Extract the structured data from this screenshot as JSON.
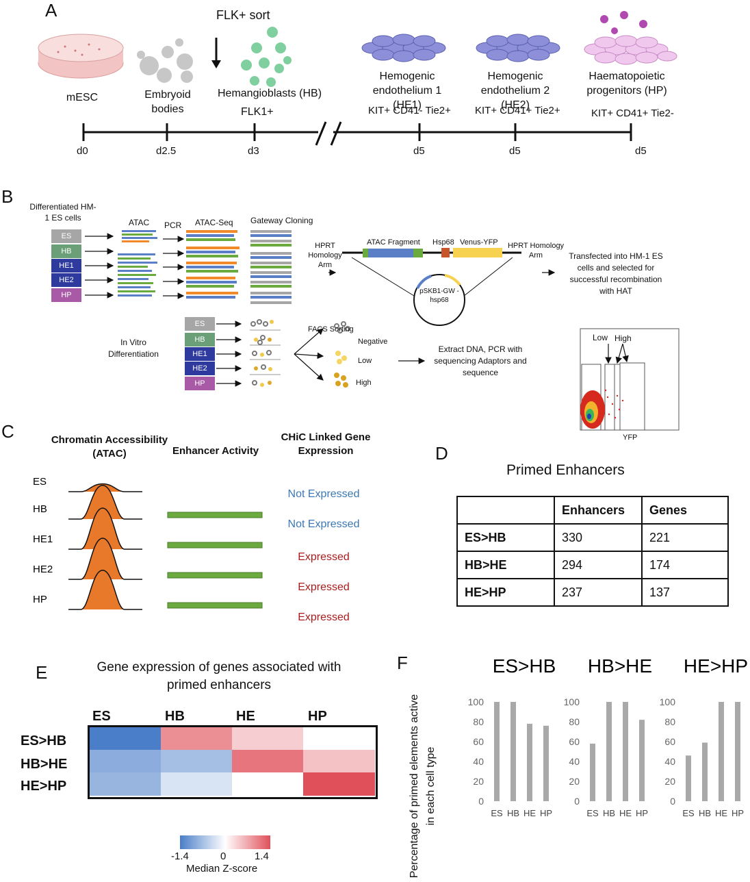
{
  "panel_a": {
    "letter": "A",
    "flk_sort": "FLK+ sort",
    "stages": [
      {
        "name": "mESC",
        "markers": "",
        "day": "d0"
      },
      {
        "name": "Embryoid bodies",
        "markers": "",
        "day": "d2.5"
      },
      {
        "name": "Hemangioblasts (HB)",
        "markers": "FLK1+",
        "day": "d3"
      },
      {
        "name": "Hemogenic endothelium 1 (HE1)",
        "markers": "KIT+ CD41- Tie2+",
        "day": "d5"
      },
      {
        "name": "Hemogenic endothelium 2 (HE2)",
        "markers": "KIT+ CD41+ Tie2+",
        "day": "d5"
      },
      {
        "name": "Haematopoietic progenitors (HP)",
        "markers": "KIT+ CD41+ Tie2-",
        "day": "d5"
      }
    ]
  },
  "panel_b": {
    "letter": "B",
    "diff_cells": "Differentiated HM-1 ES cells",
    "atac": "ATAC",
    "pcr": "PCR",
    "atac_seq": "ATAC-Seq",
    "gateway": "Gateway Cloning",
    "hprt_left": "HPRT Homology Arm",
    "hprt_right": "HPRT Homology Arm",
    "atac_fragment": "ATAC Fragment",
    "hsp68": "Hsp68",
    "venus": "Venus-YFP",
    "plasmid": "pSKB1-GW -hsp68",
    "transfected": "Transfected into HM-1 ES cells and selected for successful recombination with HAT",
    "in_vitro": "In Vitro Differentiation",
    "facs": "FACS Sorting",
    "negative": "Negative",
    "low": "Low",
    "high": "High",
    "extract": "Extract DNA, PCR with sequencing Adaptors and sequence",
    "facs_low": "Low",
    "facs_high": "High",
    "facs_xlabel": "YFP",
    "cell_types": [
      "ES",
      "HB",
      "HE1",
      "HE2",
      "HP"
    ]
  },
  "panel_c": {
    "letter": "C",
    "col1": "Chromatin Accessibility (ATAC)",
    "col2": "Enhancer Activity",
    "col3": "CHiC Linked Gene Expression",
    "rows": [
      {
        "cell": "ES",
        "expr": "Not Expressed",
        "peak": 0.1,
        "activity": false
      },
      {
        "cell": "HB",
        "expr": "Not Expressed",
        "peak": 0.8,
        "activity": true
      },
      {
        "cell": "HE1",
        "expr": "Expressed",
        "peak": 1.0,
        "activity": true
      },
      {
        "cell": "HE2",
        "expr": "Expressed",
        "peak": 1.0,
        "activity": true
      },
      {
        "cell": "HP",
        "expr": "Expressed",
        "peak": 0.95,
        "activity": true
      }
    ],
    "colors": {
      "not_expressed": "#3a78b8",
      "expressed": "#a81c1c",
      "peak": "#e8792b",
      "bar": "#6aaa3f"
    }
  },
  "panel_d": {
    "letter": "D",
    "title": "Primed Enhancers",
    "headers": [
      "",
      "Enhancers",
      "Genes"
    ],
    "rows": [
      [
        "ES>HB",
        "330",
        "221"
      ],
      [
        "HB>HE",
        "294",
        "174"
      ],
      [
        "HE>HP",
        "237",
        "137"
      ]
    ]
  },
  "panel_e": {
    "letter": "E",
    "title": "Gene expression of genes associated with primed enhancers",
    "cols": [
      "ES",
      "HB",
      "HE",
      "HP"
    ],
    "rows": [
      "ES>HB",
      "HB>HE",
      "HE>HP"
    ],
    "zscores": [
      [
        -1.4,
        0.9,
        0.4,
        0.0
      ],
      [
        -0.9,
        -0.7,
        1.1,
        0.5
      ],
      [
        -0.8,
        -0.3,
        0.0,
        1.4
      ]
    ],
    "scale_min": "-1.4",
    "scale_mid": "0",
    "scale_max": "1.4",
    "scale_label": "Median Z-score",
    "colors": {
      "low": "#4a7ec8",
      "mid": "#ffffff",
      "high": "#e0505a"
    }
  },
  "panel_f": {
    "letter": "F",
    "ylabel": "Percentage of primed elements active in each cell type",
    "chart_data": [
      {
        "type": "bar",
        "title": "ES>HB",
        "categories": [
          "ES",
          "HB",
          "HE",
          "HP"
        ],
        "values": [
          100,
          100,
          78,
          76
        ],
        "ylim": [
          0,
          100
        ]
      },
      {
        "type": "bar",
        "title": "HB>HE",
        "categories": [
          "ES",
          "HB",
          "HE",
          "HP"
        ],
        "values": [
          58,
          100,
          100,
          82
        ],
        "ylim": [
          0,
          100
        ]
      },
      {
        "type": "bar",
        "title": "HE>HP",
        "categories": [
          "ES",
          "HB",
          "HE",
          "HP"
        ],
        "values": [
          46,
          59,
          100,
          100
        ],
        "ylim": [
          0,
          100
        ]
      }
    ],
    "yticks": [
      "0",
      "20",
      "40",
      "60",
      "80",
      "100"
    ],
    "bar_color": "#a9a9a9"
  }
}
